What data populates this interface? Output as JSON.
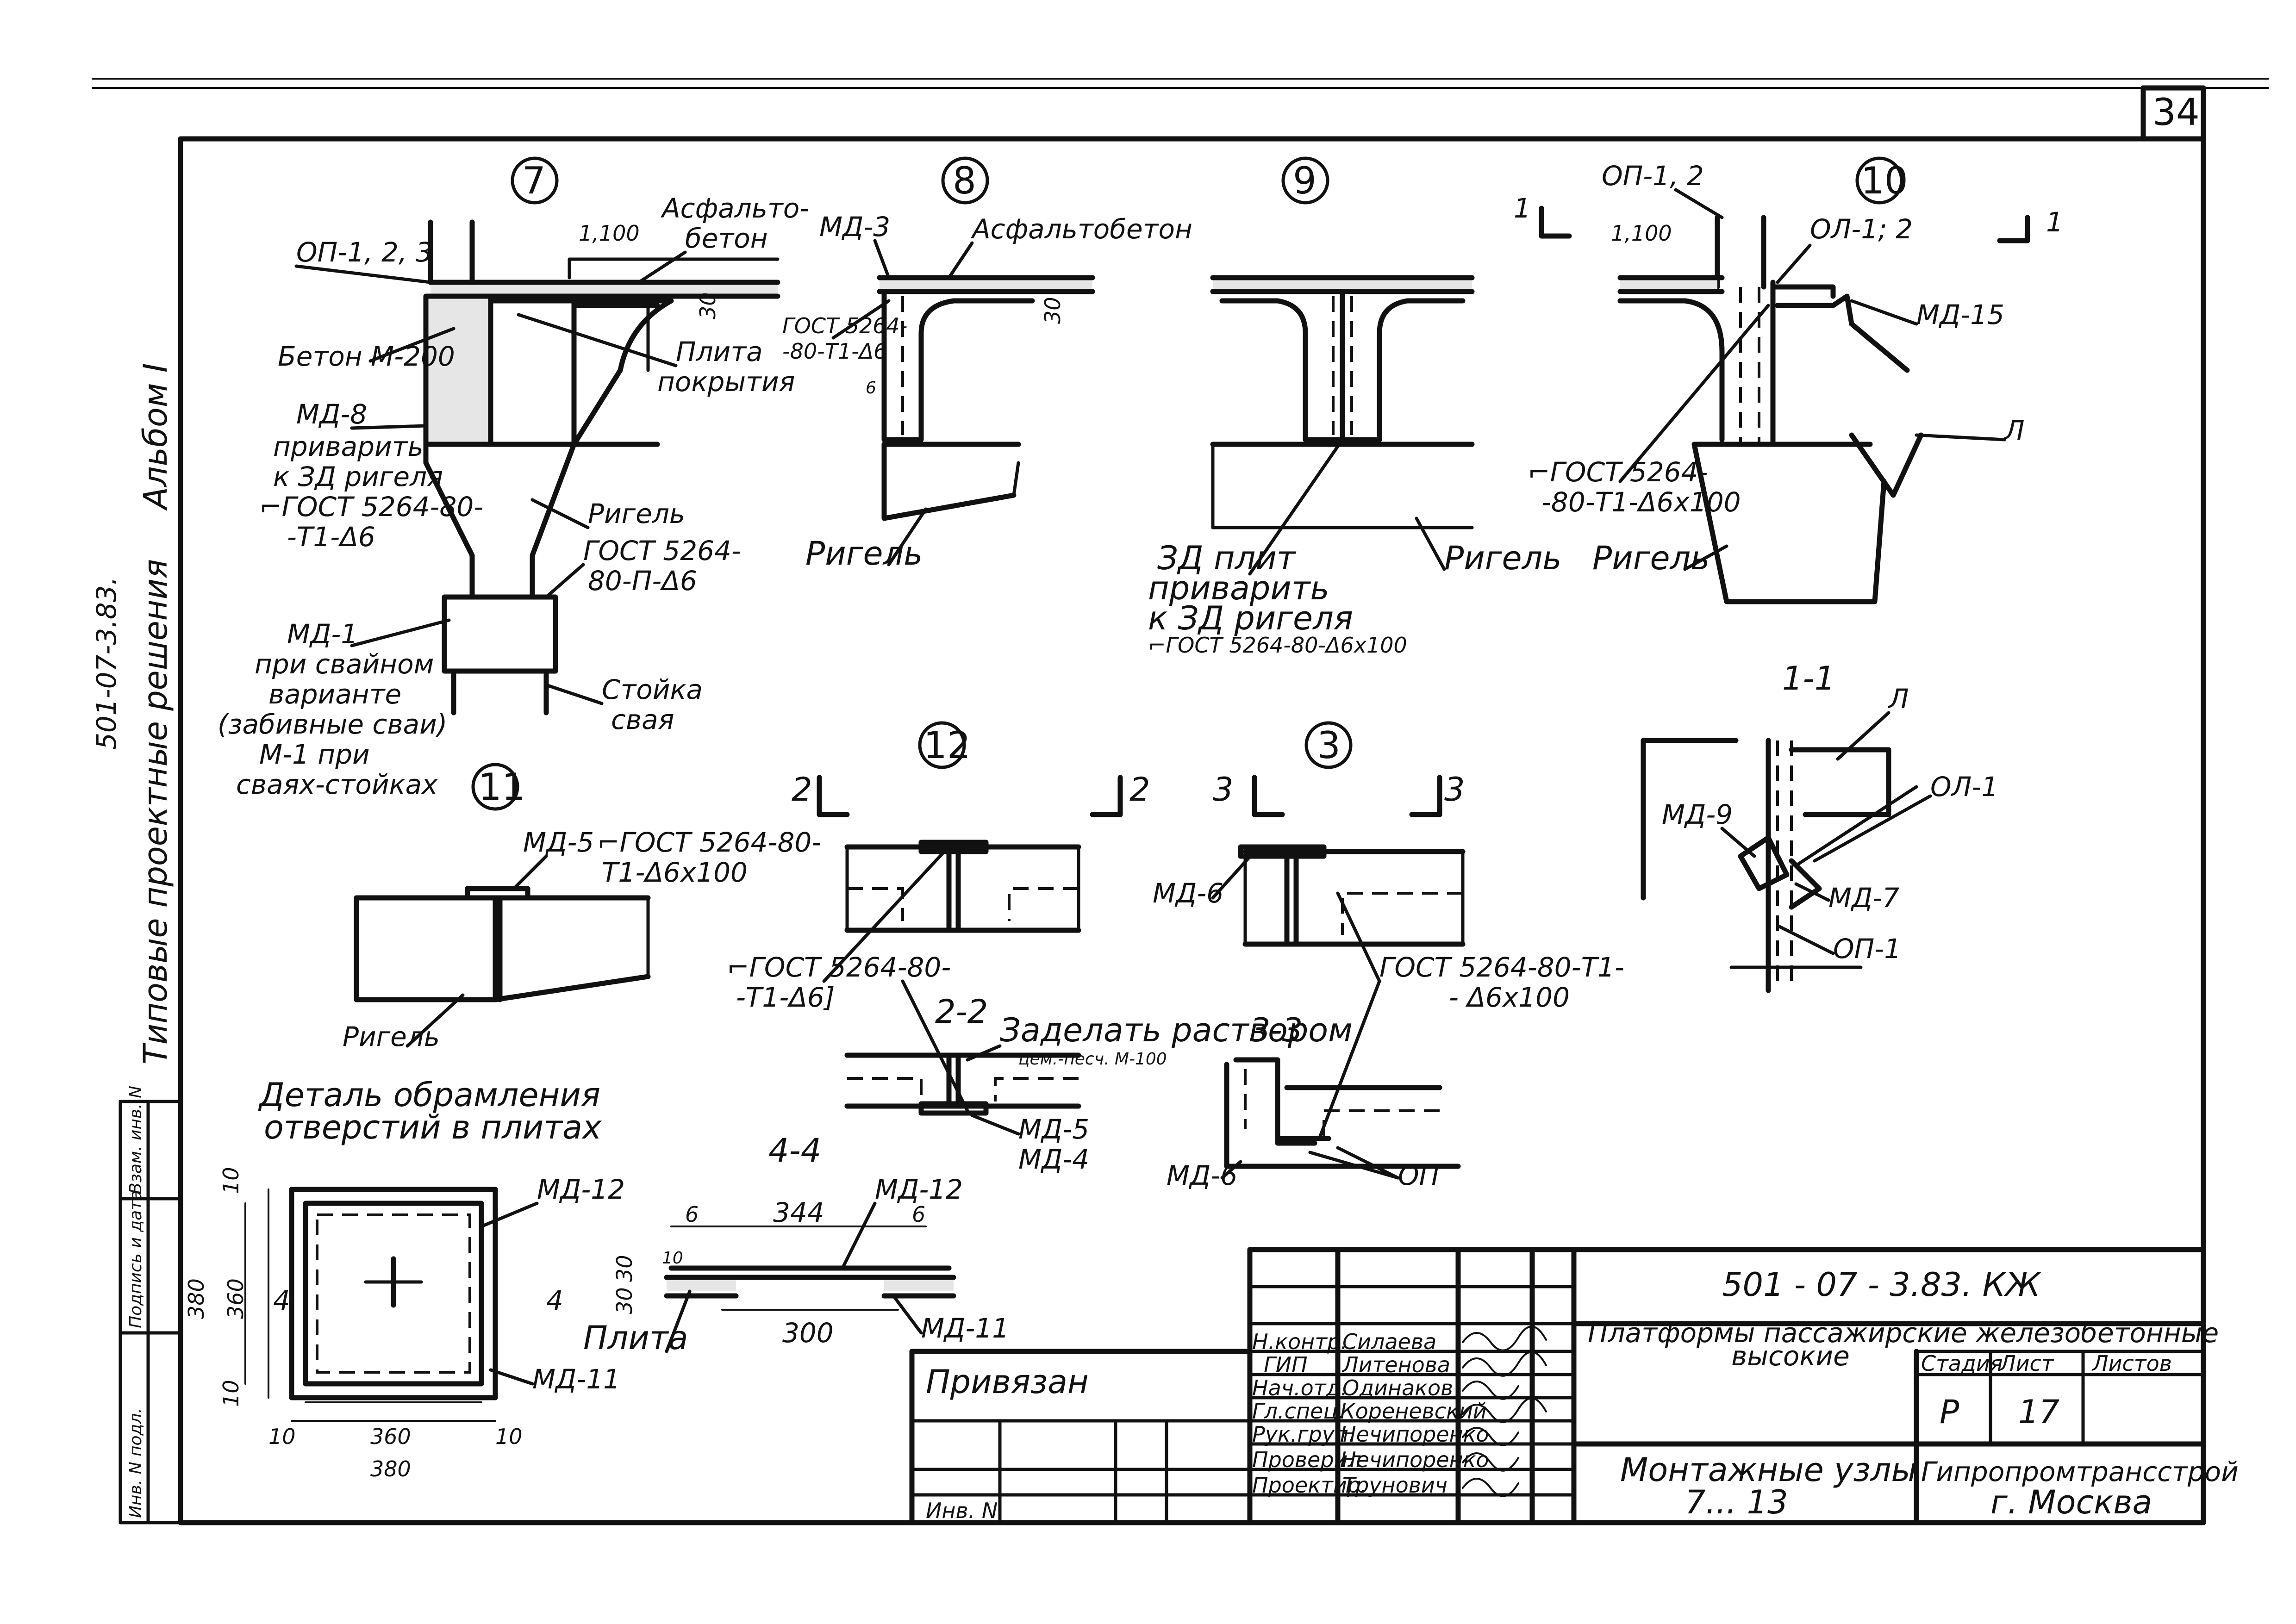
{
  "sheet": {
    "number": "34",
    "album": "Альбом I",
    "series": "Типовые проектные решения",
    "code_side": "501-07-3.83.",
    "doc_code": "501 - 07 - 3.83.  КЖ",
    "title_line1": "Платформы пассажирские  железобетонные",
    "title_line2": "высокие",
    "drawing_name_1": "Монтажные узлы",
    "drawing_name_2": "7... 13",
    "organization_1": "Гипропромтрансстрой",
    "organization_2": "г. Москва",
    "stage_header": "Стадия",
    "sheet_header": "Лист",
    "sheets_header": "Листов",
    "stage": "Р",
    "sheet_no": "17",
    "sheets_total": "",
    "bound_label": "Привязан",
    "inv_label": "Инв. N",
    "side_stamp_1": "Инв. N подл.",
    "side_stamp_2": "Подпись и дата",
    "side_stamp_3": "Взам. инв. N"
  },
  "approvals": [
    {
      "role": "Н.контр.",
      "name": "Силаева"
    },
    {
      "role": "ГИП",
      "name": "Литенова"
    },
    {
      "role": "Нач.отд.",
      "name": "Одинаков"
    },
    {
      "role": "Гл.спец.",
      "name": "Кореневский"
    },
    {
      "role": "Рук.груп.",
      "name": "Нечипоренко"
    },
    {
      "role": "Проверил",
      "name": "Нечипоренко"
    },
    {
      "role": "Проектир.",
      "name": "Трунович"
    }
  ],
  "nodes": {
    "n7": "7",
    "n8": "8",
    "n9": "9",
    "n10": "10",
    "n11": "11",
    "n12": "12",
    "n3": "3"
  },
  "node7": {
    "op": "ОП-1, 2, 3",
    "slope": "1,100",
    "asphalt_1": "Асфальто-",
    "asphalt_2": "бетон",
    "dim30": "30",
    "concrete": "Бетон М-200",
    "plate_1": "Плита",
    "plate_2": "покрытия",
    "md8_1": "МД-8",
    "md8_2": "приварить",
    "md8_3": "к ЗД ригеля",
    "md8_4": "⌐ГОСТ 5264-80-",
    "md8_5": "-Т1-Δ6",
    "rigel": "Ригель",
    "gost_1": "ГОСТ 5264-",
    "gost_2": "80-П-Δ6",
    "md1_1": "МД-1",
    "md1_2": "при свайном",
    "md1_3": "варианте",
    "md1_4": "(забивные сваи)",
    "md1_5": "М-1  при",
    "md1_6": "сваях-стойках",
    "stoika_1": "Стойка",
    "stoika_2": "свая"
  },
  "node8": {
    "md3": "МД-3",
    "asphalt": "Асфальтобетон",
    "gost_1": "ГОСТ 5264-",
    "gost_2": "-80-Т1-Δ6",
    "dim30": "30",
    "dim6": "6",
    "rigel": "Ригель"
  },
  "node9": {
    "zd_1": "ЗД плит",
    "zd_2": "приварить",
    "zd_3": "к ЗД ригеля",
    "zd_4": "⌐ГОСТ 5264-80-Δ6х100",
    "rigel": "Ригель"
  },
  "node10": {
    "op12": "ОП-1, 2",
    "ol12": "ОЛ-1; 2",
    "slope": "1,100",
    "md15": "МД-15",
    "l": "Л",
    "gost_1": "⌐ГОСТ 5264-",
    "gost_2": "-80-Т1-Δ6х100",
    "rigel": "Ригель",
    "cut1": "1"
  },
  "section11": {
    "title": "1-1",
    "l": "Л",
    "md9": "МД-9",
    "ol1": "ОЛ-1",
    "md7": "МД-7",
    "op1": "ОП-1"
  },
  "node11": {
    "md5": "МД-5",
    "gost_1": "⌐ГОСТ 5264-80-",
    "gost_2": "Т1-Δ6х100",
    "rigel": "Ригель"
  },
  "node12": {
    "cut": "2",
    "gost_1": "⌐ГОСТ 5264-80-",
    "gost_2": "-Т1-Δ6]",
    "section": "2-2",
    "fill_1": "Заделать раствором",
    "fill_2": "цем.-песч. М-100",
    "md5": "МД-5",
    "md4": "МД-4"
  },
  "node3": {
    "cut": "3",
    "md6": "МД-6",
    "gost_1": "ГОСТ 5264-80-Т1-",
    "gost_2": "- Δ6х100",
    "section": "3-3",
    "md6b": "МД-6",
    "op": "ОП"
  },
  "opening": {
    "title_1": "Деталь обрамления",
    "title_2": "отверстий в плитах",
    "md12": "МД-12",
    "md11": "МД-11",
    "d10a": "10",
    "d360v": "360",
    "d380v": "380",
    "d10b": "10",
    "d10c": "10",
    "d360h": "360",
    "d10d": "10",
    "d380h": "380",
    "cut4": "4"
  },
  "section44": {
    "title": "4-4",
    "d6a": "6",
    "d344": "344",
    "d6b": "6",
    "md12": "МД-12",
    "d30a": "30",
    "d10": "10",
    "d30b": "30",
    "d300": "300",
    "md11": "МД-11",
    "plate": "Плита"
  }
}
